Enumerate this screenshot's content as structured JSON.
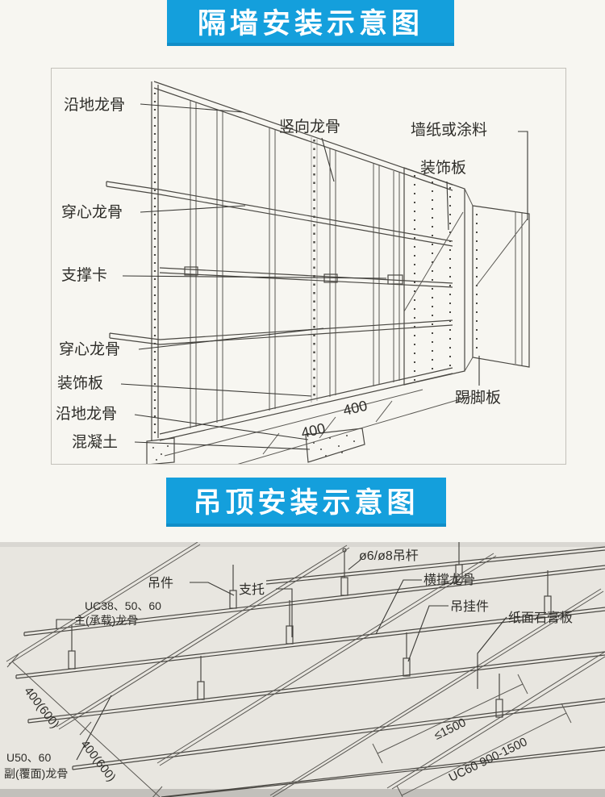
{
  "banners": {
    "wall_title": "隔墙安装示意图",
    "ceiling_title": "吊顶安装示意图",
    "bg_color": "#149fdc",
    "text_color": "#ffffff"
  },
  "wall_diagram": {
    "labels": {
      "floor_runner_top": "沿地龙骨",
      "through_runner_top": "穿心龙骨",
      "support_clip": "支撑卡",
      "through_runner_bottom": "穿心龙骨",
      "deco_board_left": "装饰板",
      "floor_runner_bottom": "沿地龙骨",
      "concrete": "混凝土",
      "vertical_runner": "竖向龙骨",
      "wallpaper_or_paint": "墙纸或涂料",
      "deco_board_right": "装饰板",
      "skirting_board": "踢脚板",
      "dim_a": "400",
      "dim_b": "400"
    }
  },
  "ceiling_diagram": {
    "labels": {
      "hanger_rod": "ø6/ø8吊杆",
      "hanger": "吊件",
      "support_bracket": "支托",
      "cross_runner": "横撑龙骨",
      "hanging_piece": "吊挂件",
      "gypsum_board": "纸面石膏板",
      "main_runner_spec": "UC38、50、60",
      "main_runner_name": "主(承载)龙骨",
      "sub_runner_spec": "U50、60",
      "sub_runner_name": "副(覆面)龙骨",
      "dim_400_a": "400(600)",
      "dim_400_b": "400(600)",
      "dim_1500": "≤1500",
      "dim_uc60": "UC60 900-1500"
    }
  }
}
